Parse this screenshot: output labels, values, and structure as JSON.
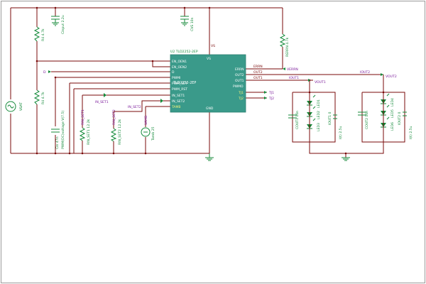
{
  "ic": {
    "ref": "U2 TLD2252-2EP",
    "name": "TLD2252-2EP",
    "pins_left": [
      "EN_OEN1",
      "EN_OEN2",
      "D",
      "PWMI",
      "PWM_SET",
      "PWM_RST",
      "IN_SET1",
      "IN_SET2",
      "TAMB"
    ],
    "pins_right": [
      "ERRN",
      "OUT2",
      "OUT1",
      "PWMO",
      "TJ1",
      "TJ2"
    ],
    "pin_top": "VS",
    "pin_bottom": "GND"
  },
  "nets": {
    "vs": "VS",
    "verrn": "VERRN",
    "errn": "ERRN",
    "out2": "OUT2",
    "out1": "OUT1",
    "vout1": "VOUT1",
    "iout1": "IOUT1",
    "vout2": "VOUT2",
    "iout2": "IOUT2",
    "tj1": "TJ1",
    "tj2": "TJ2",
    "in_set1": "IN_SET1",
    "in_set2": "IN_SET2"
  },
  "components": {
    "c_input": "Cinput 2.2u",
    "c_vs": "CVS 10n",
    "r_errn": "RERRN 4.7k",
    "r_enh": "R4 4.7k",
    "r_enl": "R4 4.7k",
    "vbat": "VBAT",
    "c_pwm": "Cin 47n",
    "pwm_label": "PWM(DC)voltage V(7.5)",
    "rin_set1": "RIN_SET1 12.2k",
    "rin_set2": "RIN_SET2 12.2k",
    "rin_set1_ref": "RIN_SET1",
    "rin_set2_ref": "RIN_SET2",
    "vamb": "VAMB",
    "tamb_src": "Tamb 25",
    "cout1": "COUT1 10n",
    "cout2": "COUT2 10n",
    "led1": "LED1",
    "led2": "LED2",
    "led3": "LED3",
    "led4": "LED4",
    "led5": "LED5",
    "led6": "LED6",
    "iout1_src": "IOUT1 0",
    "iout1_val": "I(t) 2.5u",
    "iout2_src": "IOUT2 0",
    "iout2_val": "I(t) 2.5u"
  },
  "colors": {
    "wire": "#7a0a0a",
    "component": "#148a3a",
    "net_label": "#7a1a9a",
    "ic_body": "#3a9a8a"
  }
}
